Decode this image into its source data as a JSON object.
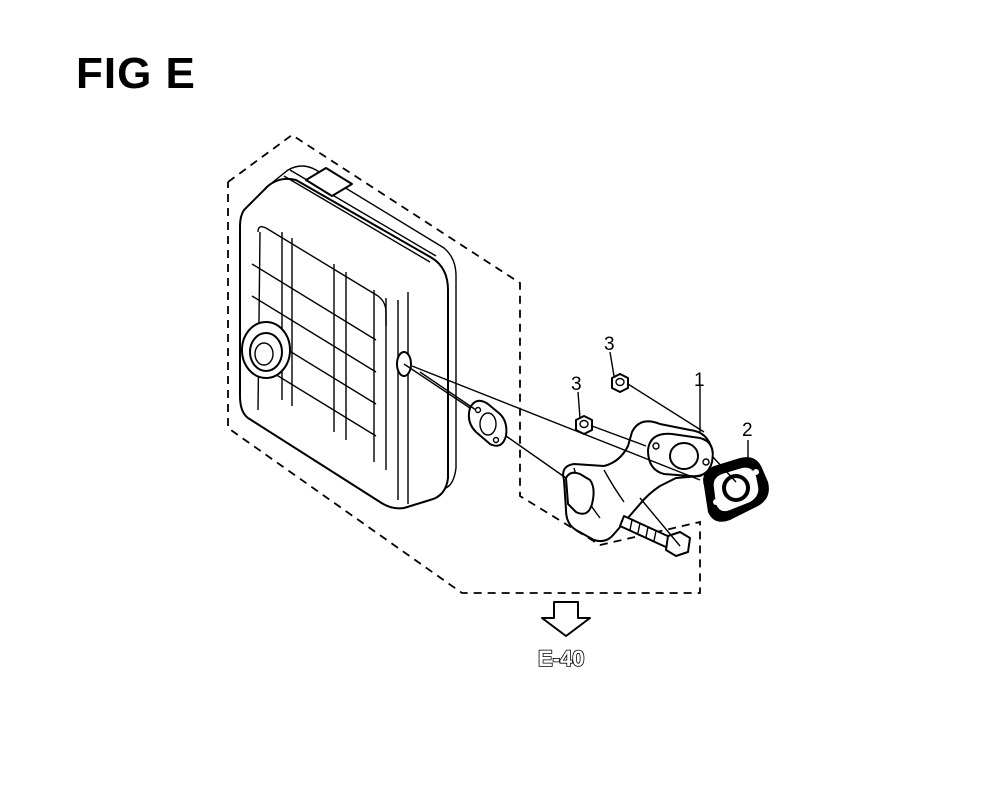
{
  "figure": {
    "title": "FIG E",
    "reference": "E-40"
  },
  "callouts": [
    {
      "id": "c1",
      "label": "1",
      "part": "exhaust-pipe"
    },
    {
      "id": "c2",
      "label": "2",
      "part": "gasket"
    },
    {
      "id": "c3a",
      "label": "3",
      "part": "nut"
    },
    {
      "id": "c3b",
      "label": "3",
      "part": "nut"
    }
  ]
}
